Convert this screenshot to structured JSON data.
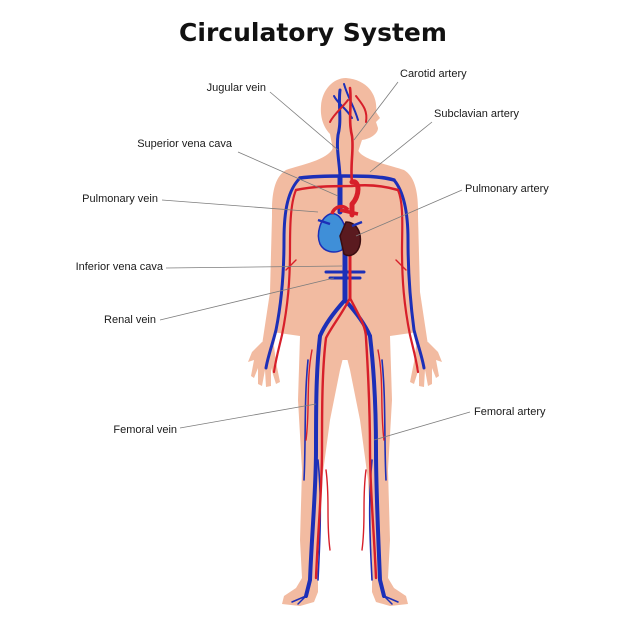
{
  "title": "Circulatory System",
  "colors": {
    "skin": "#f2bba1",
    "vein": "#1c2fb8",
    "artery": "#d71f2a",
    "heart_blue": "#3f8fd8",
    "heart_dark": "#5a1a1f",
    "leader": "#7d7d7d",
    "text": "#1a1a1a"
  },
  "labels": {
    "jugular_vein": "Jugular vein",
    "carotid_artery": "Carotid artery",
    "subclavian_artery": "Subclavian artery",
    "superior_vena_cava": "Superior vena cava",
    "pulmonary_vein": "Pulmonary vein",
    "pulmonary_artery": "Pulmonary artery",
    "inferior_vena_cava": "Inferior vena cava",
    "renal_vein": "Renal vein",
    "femoral_vein": "Femoral vein",
    "femoral_artery": "Femoral artery"
  }
}
